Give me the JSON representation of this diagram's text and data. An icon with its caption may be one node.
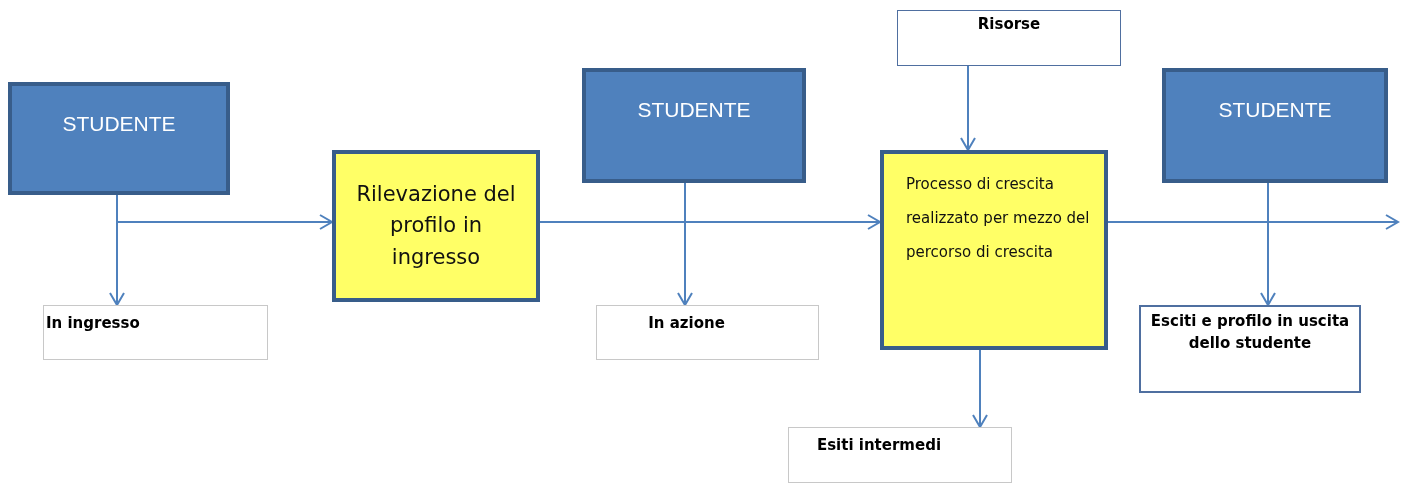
{
  "diagram": {
    "nodes": [
      {
        "text": [
          "STUDENTE"
        ]
      },
      {
        "text": [
          "In ingresso"
        ]
      },
      {
        "text": [
          "Rilevazione del profilo in ingresso"
        ]
      },
      {
        "text": [
          "STUDENTE"
        ]
      },
      {
        "text": [
          "In azione"
        ]
      },
      {
        "text": [
          "Risorse"
        ]
      },
      {
        "text": [
          "Processo di crescita realizzato per mezzo del percorso di crescita"
        ]
      },
      {
        "text": [
          "Esiti intermedi"
        ]
      },
      {
        "text": [
          "STUDENTE"
        ]
      },
      {
        "text": [
          "Esciti e profilo in uscita dello studente"
        ]
      }
    ],
    "edges": [
      {
        "from": 0,
        "to": 1,
        "arrow": "to"
      },
      {
        "from": 0,
        "to": 2,
        "arrow": "to"
      },
      {
        "from": 2,
        "to": 6,
        "arrow": "to"
      },
      {
        "from": 3,
        "to": 4,
        "arrow": "to"
      },
      {
        "from": 5,
        "to": 6,
        "arrow": "to"
      },
      {
        "from": 6,
        "to": 7,
        "arrow": "to"
      },
      {
        "from": 8,
        "to": 9,
        "arrow": "to"
      },
      {
        "from": 6,
        "to": null,
        "arrow": "to"
      }
    ]
  }
}
